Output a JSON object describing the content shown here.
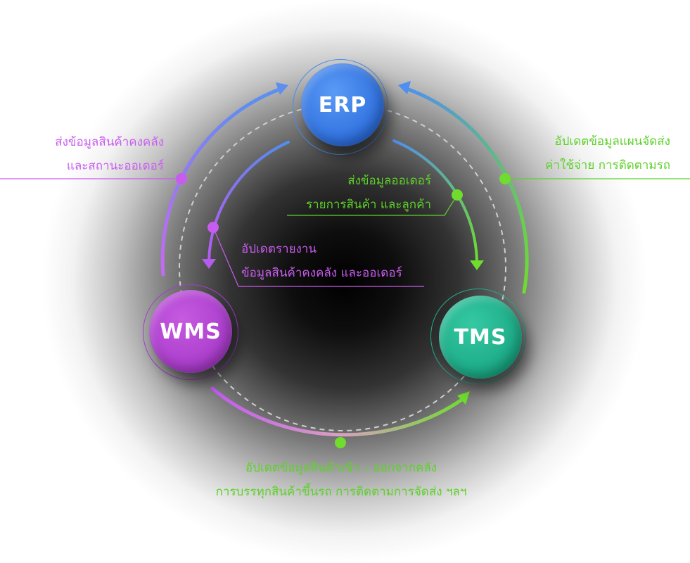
{
  "nodes": {
    "erp": {
      "label": "ERP",
      "color": "#3b7fe8"
    },
    "wms": {
      "label": "WMS",
      "color": "#b43ed0"
    },
    "tms": {
      "label": "TMS",
      "color": "#1fae8a"
    }
  },
  "labels": {
    "wms_to_erp": {
      "line1": "ส่งข้อมูลสินค้าคงคลัง",
      "line2": "และสถานะออเดอร์"
    },
    "tms_to_erp": {
      "line1": "อัปเดตข้อมูลแผนจัดส่ง",
      "line2": "ค่าใช้จ่าย การติดตามรถ"
    },
    "erp_to_tms": {
      "line1": "ส่งข้อมูลออเดอร์",
      "line2": "รายการสินค้า และลูกค้า"
    },
    "erp_to_wms": {
      "line1": "อัปเดตรายงาน",
      "line2": "ข้อมูลสินค้าคงคลัง และออเดอร์"
    },
    "wms_to_tms": {
      "line1": "อัปเดตข้อมูลสินค้าเข้า – ออกจากคลัง",
      "line2": "การบรรทุกสินค้าขึ้นรถ การติดตามการจัดส่ง ฯลฯ"
    }
  },
  "colors": {
    "pink": "#c95cf0",
    "green": "#5ed12a",
    "blue": "#4a8fe8",
    "dashed_ring": "#cfcfcf"
  }
}
